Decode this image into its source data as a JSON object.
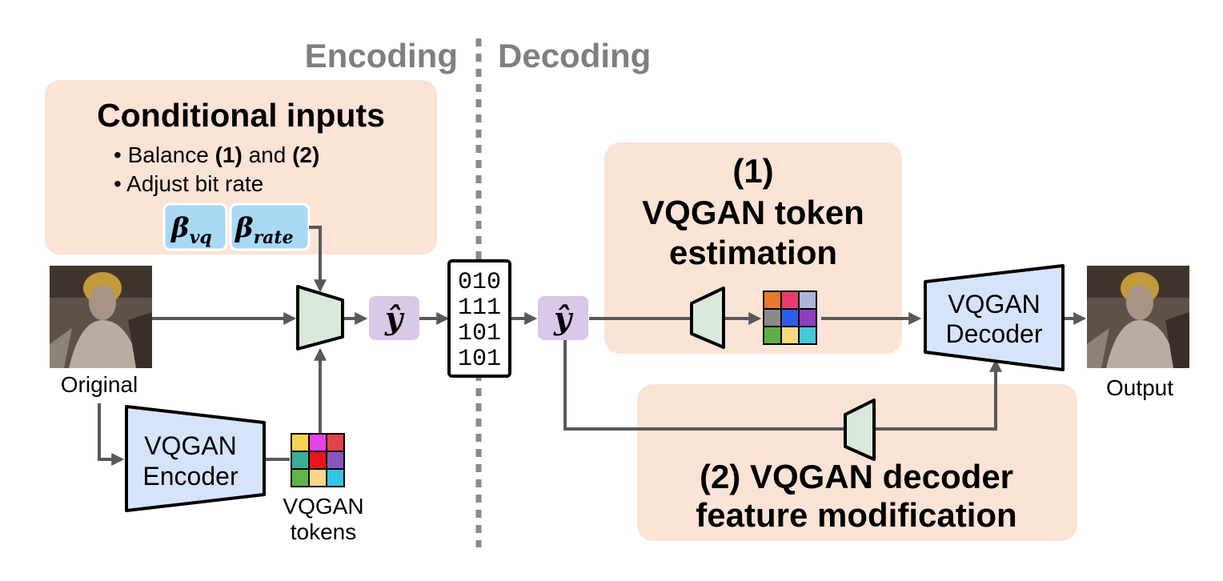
{
  "header": {
    "encoding_label": "Encoding",
    "decoding_label": "Decoding"
  },
  "conditional": {
    "title": "Conditional inputs",
    "bullet1_prefix": "Balance ",
    "bullet1_a": "(1)",
    "bullet1_mid": " and ",
    "bullet1_b": "(2)",
    "bullet2": "Adjust bit rate",
    "beta_symbol": "β",
    "beta_vq_sub": "vq",
    "beta_rate_sub": "rate"
  },
  "original_label": "Original",
  "output_label": "Output",
  "encoder": {
    "line1": "VQGAN",
    "line2": "Encoder"
  },
  "decoder": {
    "line1": "VQGAN",
    "line2": "Decoder"
  },
  "tokens_label": {
    "line1": "VQGAN",
    "line2": "tokens"
  },
  "latent_symbol": "ŷ",
  "bitstream": [
    "010",
    "111",
    "101",
    "101"
  ],
  "branch1": {
    "line1": "(1)",
    "line2": "VQGAN token",
    "line3": "estimation"
  },
  "branch2": {
    "line1": "(2) VQGAN decoder",
    "line2": "feature modification"
  },
  "colors": {
    "peach": "#fbe3d6",
    "encoder_blue": "#d6e4fb",
    "beta_blue": "#a9d8f5",
    "latent_purple": "#d9c8e8",
    "trapezoid_green": "#d8e8da",
    "arrow_gray": "#595959",
    "header_gray": "#7f7f7f",
    "image_bg": "#5e5148",
    "token_grid_left": [
      "#f5d154",
      "#e544e5",
      "#e0424e",
      "#3bab9c",
      "#e8161b",
      "#8657c0",
      "#63b545",
      "#f8d885",
      "#34c3e6"
    ],
    "token_grid_right": [
      "#e8782d",
      "#e83b6d",
      "#adb5d9",
      "#8a8a8a",
      "#2a5ee8",
      "#8d3fbe",
      "#5fae47",
      "#f4d97e",
      "#45c8dc"
    ]
  }
}
